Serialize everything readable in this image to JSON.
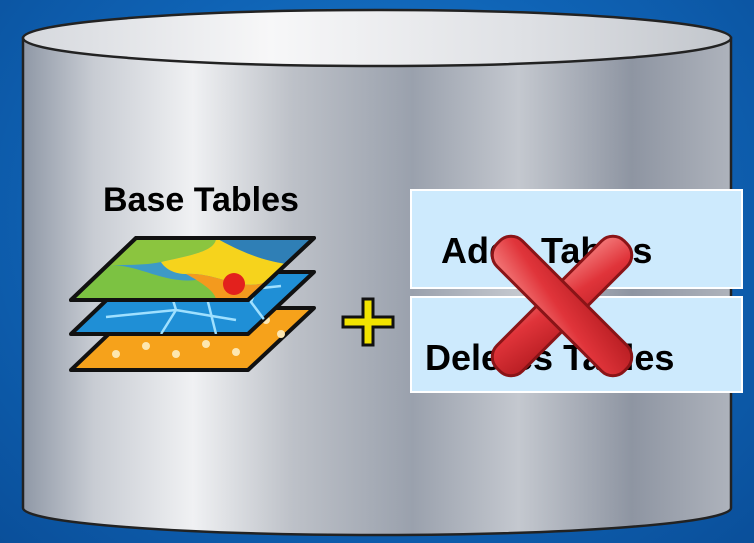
{
  "diagram": {
    "base_label": "Base Tables",
    "adds_label": "Adds Tables",
    "deletes_label": "Deletes Tables",
    "operator": "+",
    "icons": [
      "database-cylinder-icon",
      "map-layers-icon",
      "plus-icon",
      "red-x-icon"
    ],
    "colors": {
      "background": "#0f63b5",
      "box_fill": "#cdeafd",
      "x_red": "#e0343a",
      "plus_fill": "#f2e400"
    }
  }
}
